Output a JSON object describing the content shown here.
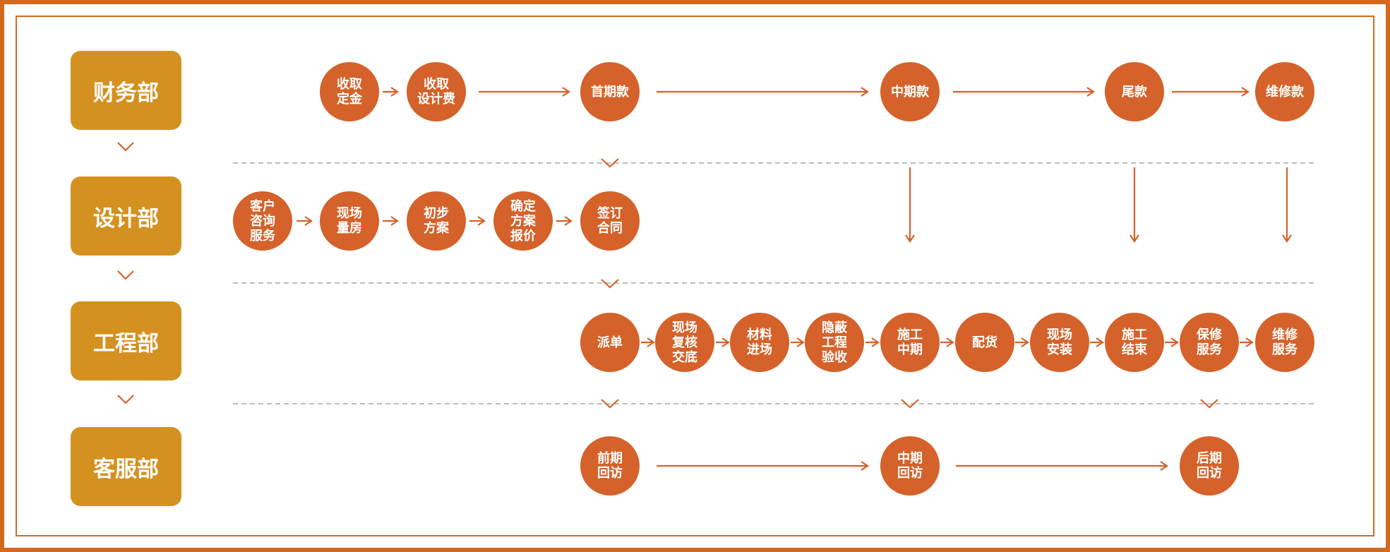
{
  "departments": {
    "finance": "财务部",
    "design": "设计部",
    "engineering": "工程部",
    "service": "客服部"
  },
  "nodes": {
    "collect_deposit": "收取\n定金",
    "collect_design_fee": "收取\n设计费",
    "first_payment": "首期款",
    "mid_payment": "中期款",
    "final_payment": "尾款",
    "maintenance_payment": "维修款",
    "customer_consult": "客户\n咨询\n服务",
    "site_measure": "现场\n量房",
    "preliminary_plan": "初步\n方案",
    "confirm_plan_quote": "确定\n方案\n报价",
    "sign_contract": "签订\n合同",
    "dispatch": "派单",
    "site_review_handover": "现场\n复核\n交底",
    "materials_entry": "材料\n进场",
    "concealed_acceptance": "隐蔽\n工程\n验收",
    "mid_construction": "施工\n中期",
    "goods_distribution": "配货",
    "site_installation": "现场\n安装",
    "construction_end": "施工\n结束",
    "warranty_service": "保修\n服务",
    "maintenance_service": "维修\n服务",
    "early_visit": "前期\n回访",
    "mid_visit": "中期\n回访",
    "late_visit": "后期\n回访"
  },
  "colors": {
    "frame": "#d2691e",
    "department_fill": "#d4911f",
    "node_fill": "#d4622a",
    "arrow": "#d4622a",
    "divider": "#bdbdbd"
  }
}
